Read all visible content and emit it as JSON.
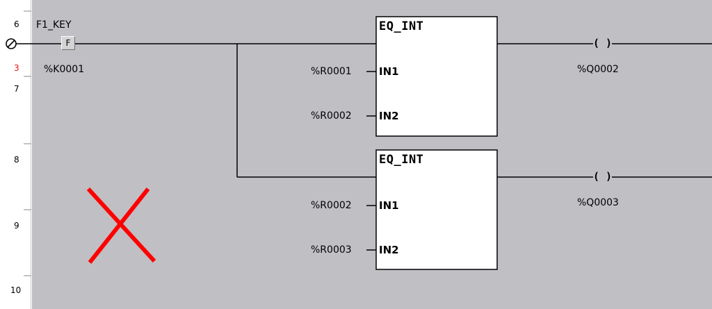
{
  "row_numbers": [
    "6",
    "3",
    "7",
    "8",
    "9",
    "10"
  ],
  "contact": {
    "name": "F1_KEY",
    "symbol": "F",
    "address": "%K0001"
  },
  "blocks": [
    {
      "title": "EQ_INT",
      "in1_pin": "IN1",
      "in2_pin": "IN2",
      "in1_var": "%R0001",
      "in2_var": "%R0002",
      "coil": "( )",
      "coil_address": "%Q0002"
    },
    {
      "title": "EQ_INT",
      "in1_pin": "IN1",
      "in2_pin": "IN2",
      "in1_var": "%R0002",
      "in2_var": "%R0003",
      "coil": "( )",
      "coil_address": "%Q0003"
    }
  ],
  "colors": {
    "canvas": "#c0bfc4",
    "wire": "#000000",
    "error_mark": "#ff0000",
    "active_rung_number": "#ee1111"
  },
  "icons": {
    "rung_start": "no-entry-circle-icon",
    "error": "red-x-icon"
  }
}
